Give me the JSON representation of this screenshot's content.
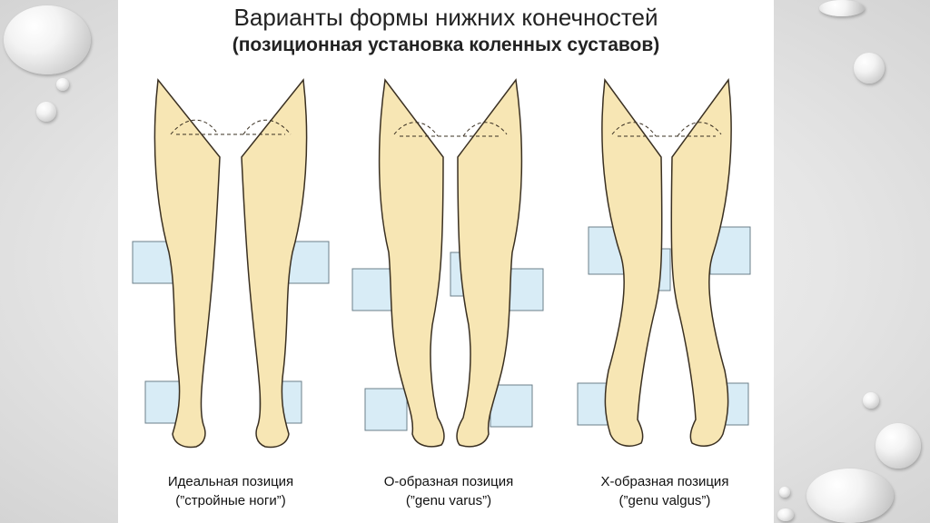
{
  "title": {
    "main": "Варианты формы нижних конечностей",
    "sub": "(позиционная установка коленных суставов)"
  },
  "figures": [
    {
      "caption_line1": "Идеальная позиция",
      "caption_line2": "(”стройные ноги”)"
    },
    {
      "caption_line1": "О-образная позиция",
      "caption_line2": "(”genu varus”)"
    },
    {
      "caption_line1": "X-образная позиция",
      "caption_line2": "(”genu valgus”)"
    }
  ],
  "colors": {
    "skin": "#f7e6b4",
    "outline": "#3a3022",
    "plate": "#d8ecf6",
    "plate_edge": "#6b7f8a",
    "background": "#e6e6e6"
  }
}
